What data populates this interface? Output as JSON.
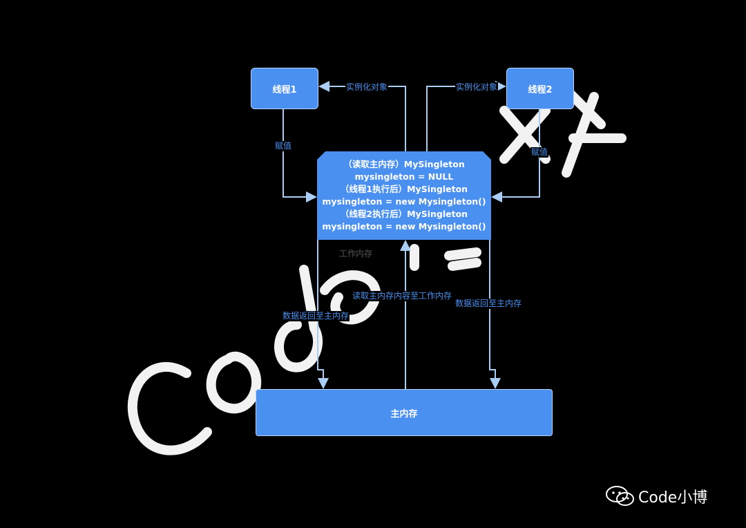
{
  "nodes": {
    "thread1": "线程1",
    "thread2": "线程2",
    "main_memory": "主内存",
    "work_memory_lines": [
      "（读取主内存）MySingleton",
      "mysingleton = NULL",
      "（线程1执行后）MySingleton",
      "mysingleton = new Mysingleton()",
      "（线程2执行后）MySingleton",
      "mysingleton = new Mysingleton()"
    ],
    "work_memory_caption": "工作内存"
  },
  "edges": {
    "instantiate_left": "实例化对象",
    "instantiate_right": "实例化对象",
    "assign_left": "赋值",
    "assign_right": "赋值",
    "return_left": "数据返回至主内存",
    "return_right": "数据返回至主内存",
    "read_main": "读取主内存内容至工作内存"
  },
  "watermark": {
    "text": "Code小博",
    "logo_text": "Code小博"
  },
  "colors": {
    "background": "#000000",
    "node_fill": "#4a90f0",
    "edge": "#a9cdf5",
    "label_text": "#4a90f0"
  }
}
